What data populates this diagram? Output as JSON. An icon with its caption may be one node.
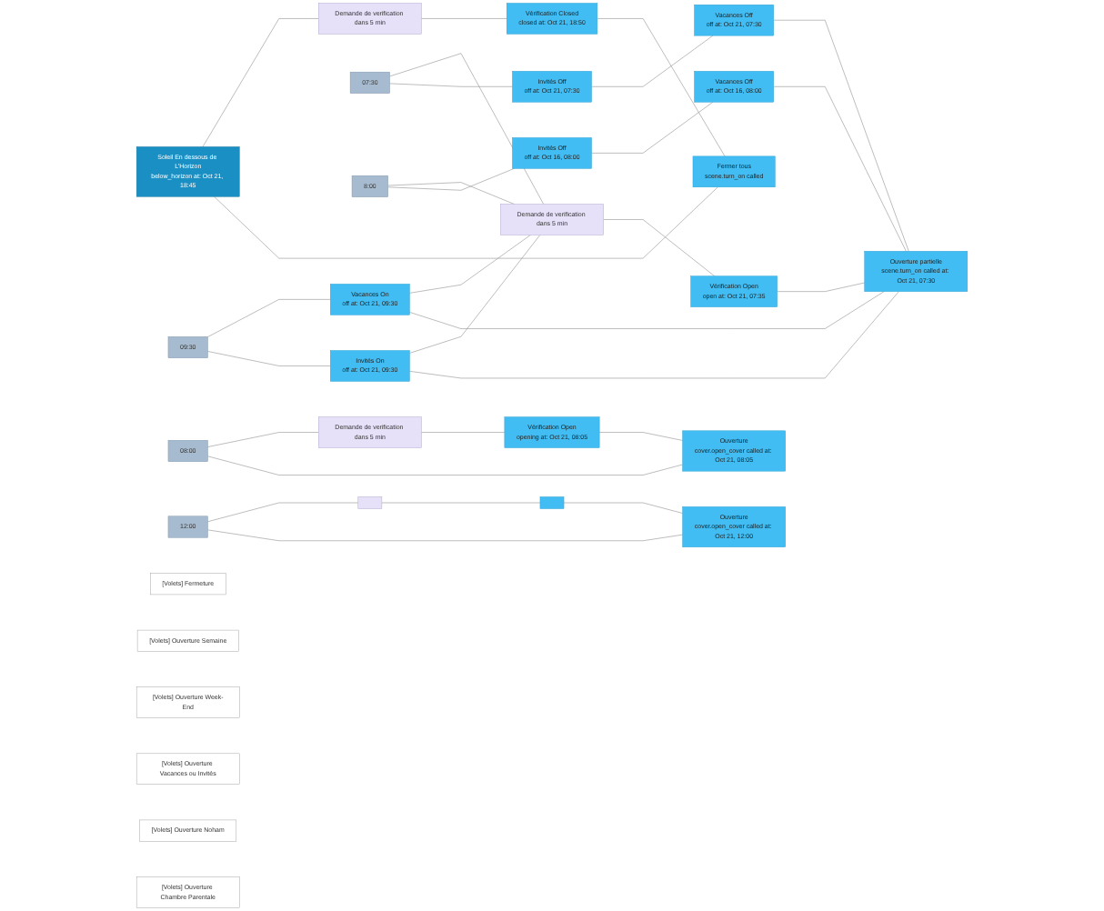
{
  "diagram": {
    "nodes": [
      {
        "text": [
          "[Volets] Fermeture"
        ]
      },
      {
        "text": [
          "Soleil En dessous de L'Horizon",
          "below_horizon at: Oct 21, 18:45"
        ]
      },
      {
        "text": [
          "Demande de verification dans 5 min"
        ]
      },
      {
        "text": [
          "Vérification Closed",
          "closed at: Oct 21, 18:50"
        ]
      },
      {
        "text": [
          "Fermer tous",
          "scene.turn_on called"
        ]
      },
      {
        "text": [
          "[Volets] Ouverture Semaine"
        ]
      },
      {
        "text": [
          "07:30"
        ]
      },
      {
        "text": [
          "Invités Off",
          "off at: Oct 21, 07:30"
        ]
      },
      {
        "text": [
          "Vacances Off",
          "off at: Oct 21, 07:30"
        ]
      },
      {
        "text": [
          "[Volets] Ouverture Week-End"
        ]
      },
      {
        "text": [
          "8:00"
        ]
      },
      {
        "text": [
          "Invités Off",
          "off at: Oct 16, 08:00"
        ]
      },
      {
        "text": [
          "Vacances Off",
          "off at: Oct 16, 08:00"
        ]
      },
      {
        "text": [
          "Ouverture partielle",
          "scene.turn_on called at: Oct 21, 07:30"
        ]
      },
      {
        "text": [
          "Demande de verification dans 5 min"
        ]
      },
      {
        "text": [
          "Vérification Open",
          "open at: Oct 21, 07:35"
        ]
      },
      {
        "text": [
          "[Volets] Ouverture Vacances ou Invités"
        ]
      },
      {
        "text": [
          "09:30"
        ]
      },
      {
        "text": [
          "Invités On",
          "off at: Oct 21, 09:30"
        ]
      },
      {
        "text": [
          "Vacances On",
          "off at: Oct 21, 09:30"
        ]
      },
      {
        "text": [
          "[Volets] Ouverture Noham"
        ]
      },
      {
        "text": [
          "08:00"
        ]
      },
      {
        "text": [
          "Ouverture",
          "cover.open_cover called at: Oct 21, 08:05"
        ]
      },
      {
        "text": [
          "Demande de verification dans 5 min"
        ]
      },
      {
        "text": [
          "Vérification Open",
          "opening at: Oct 21, 08:05"
        ]
      },
      {
        "text": [
          "[Volets] Ouverture Chambre Parentale"
        ]
      },
      {
        "text": [
          "12:00"
        ]
      },
      {
        "text": [
          "Ouverture",
          "cover.open_cover called at: Oct 21, 12:00"
        ]
      },
      {
        "text": [],
        "shape": "box"
      },
      {
        "text": [],
        "shape": "box"
      }
    ],
    "edges": [
      {
        "from": 1,
        "to": 4,
        "arrow": "none"
      },
      {
        "from": 1,
        "to": 2,
        "arrow": "none"
      },
      {
        "from": 2,
        "to": 3,
        "arrow": "none"
      },
      {
        "from": 3,
        "to": 4,
        "arrow": "none"
      },
      {
        "from": 6,
        "to": 7,
        "arrow": "none"
      },
      {
        "from": 7,
        "to": 8,
        "arrow": "none"
      },
      {
        "from": 8,
        "to": 13,
        "arrow": "none"
      },
      {
        "from": 6,
        "to": 14,
        "arrow": "none"
      },
      {
        "from": 10,
        "to": 11,
        "arrow": "none"
      },
      {
        "from": 11,
        "to": 12,
        "arrow": "none"
      },
      {
        "from": 12,
        "to": 13,
        "arrow": "none"
      },
      {
        "from": 10,
        "to": 14,
        "arrow": "none"
      },
      {
        "from": 14,
        "to": 15,
        "arrow": "none"
      },
      {
        "from": 15,
        "to": 13,
        "arrow": "none"
      },
      {
        "from": 17,
        "to": 18,
        "arrow": "none"
      },
      {
        "from": 17,
        "to": 19,
        "arrow": "none"
      },
      {
        "from": 18,
        "to": 13,
        "arrow": "none"
      },
      {
        "from": 18,
        "to": 14,
        "arrow": "none"
      },
      {
        "from": 19,
        "to": 13,
        "arrow": "none"
      },
      {
        "from": 19,
        "to": 14,
        "arrow": "none"
      },
      {
        "from": 21,
        "to": 22,
        "arrow": "none"
      },
      {
        "from": 21,
        "to": 23,
        "arrow": "none"
      },
      {
        "from": 23,
        "to": 24,
        "arrow": "none"
      },
      {
        "from": 24,
        "to": 22,
        "arrow": "none"
      },
      {
        "from": 26,
        "to": 27,
        "arrow": "none"
      },
      {
        "from": 26,
        "to": 28,
        "arrow": "none"
      },
      {
        "from": 28,
        "to": 29,
        "arrow": "none"
      },
      {
        "from": 29,
        "to": 27,
        "arrow": "none"
      }
    ]
  }
}
